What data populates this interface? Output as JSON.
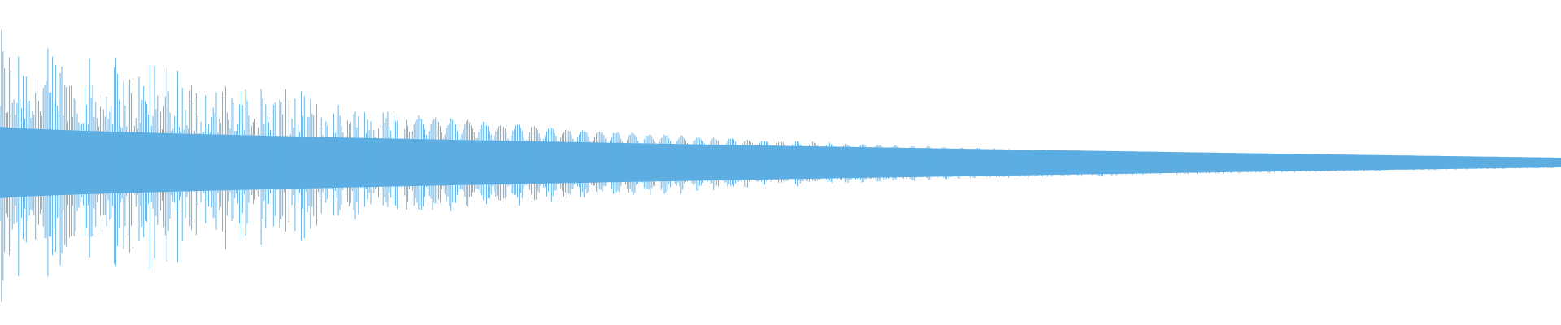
{
  "waveform": {
    "color": "#5dade2",
    "background": "#ffffff",
    "decay": "exponential",
    "peak_amplitude": 0.78,
    "end_amplitude": 0.03,
    "transient_fraction": 0.26,
    "core_band_start": 0.22,
    "core_band_end": 0.03,
    "lobe_count": 95
  }
}
